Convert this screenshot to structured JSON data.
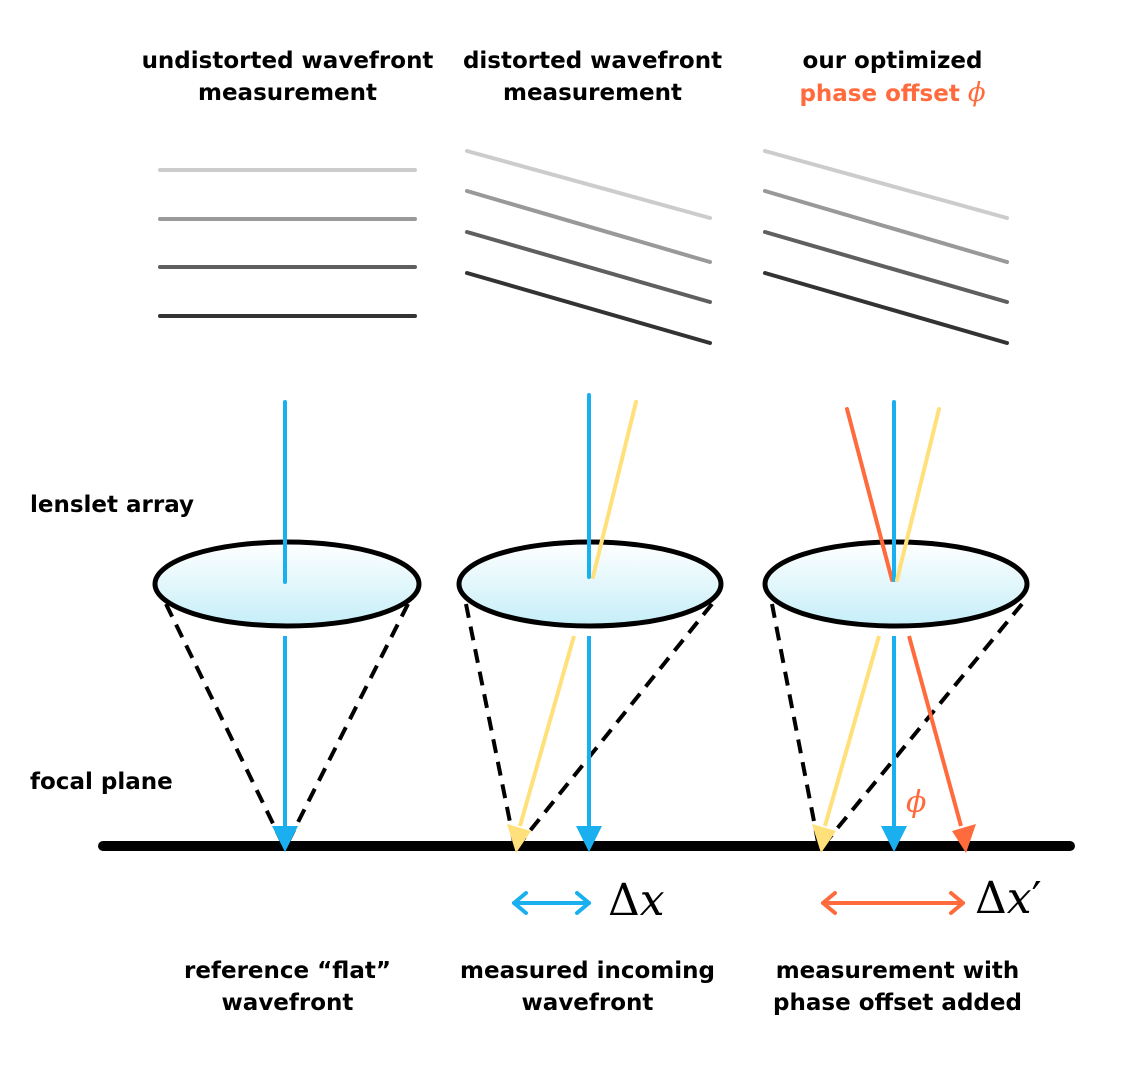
{
  "headers": {
    "col1_line1": "undistorted wavefront",
    "col1_line2": "measurement",
    "col2_line1": "distorted wavefront",
    "col2_line2": "measurement",
    "col3_line1": "our optimized",
    "col3_line2": "phase offset",
    "col3_symbol": "ϕ"
  },
  "side_labels": {
    "lenslet": "lenslet array",
    "focal": "focal plane"
  },
  "annotations": {
    "delta": "Δ",
    "x": "x",
    "prime": "′",
    "phi": "ϕ"
  },
  "captions": {
    "col1_line1": "reference “flat”",
    "col1_line2": "wavefront",
    "col2_line1": "measured incoming",
    "col2_line2": "wavefront",
    "col3_line1": "measurement with",
    "col3_line2": "phase offset added"
  },
  "colors": {
    "blue": "#1ab0f0",
    "yellow": "#ffe07a",
    "orange": "#ff6b3d",
    "black": "#000000"
  }
}
